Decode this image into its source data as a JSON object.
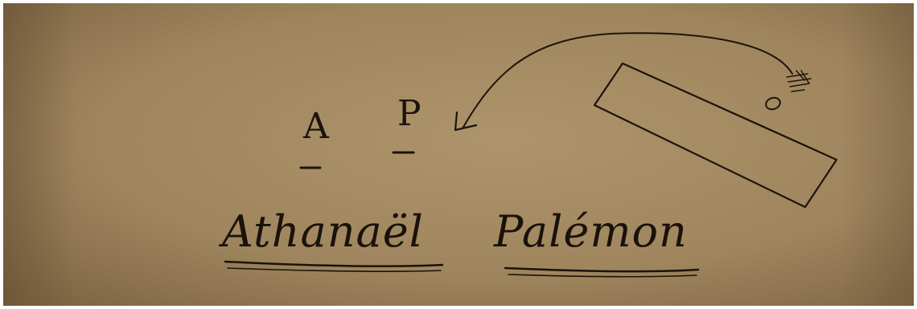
{
  "image": {
    "letters": {
      "first": "A",
      "second": "P"
    },
    "names": {
      "first": "Athanaël",
      "second": "Palémon"
    },
    "drawing": {
      "paper_color": "#a48a62",
      "ink_color": "#1c140c",
      "circle_label": "o"
    }
  }
}
